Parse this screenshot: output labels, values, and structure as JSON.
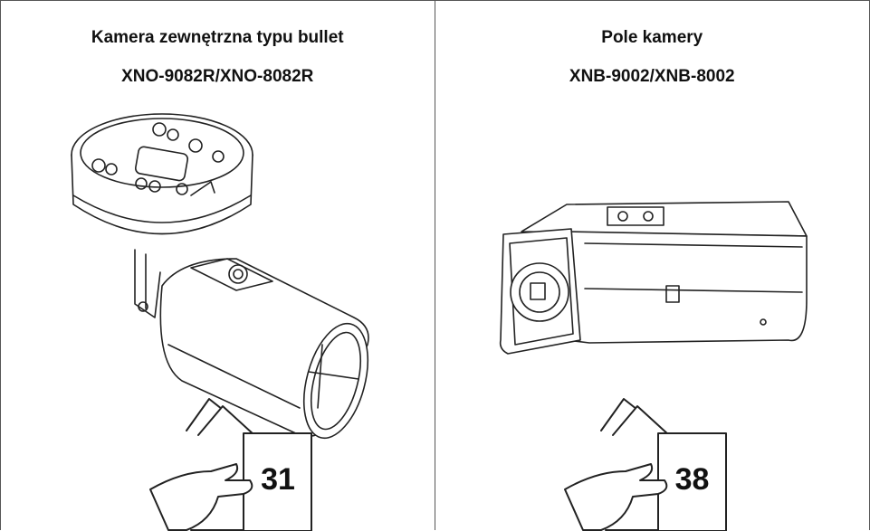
{
  "cells": [
    {
      "title": "Kamera zewnętrzna typu bullet",
      "model": "XNO-9082R/XNO-8082R",
      "page_ref": "31",
      "image_icon": "bullet-camera-icon"
    },
    {
      "title": "Pole kamery",
      "model": "XNB-9002/XNB-8002",
      "page_ref": "38",
      "image_icon": "box-camera-icon"
    }
  ]
}
